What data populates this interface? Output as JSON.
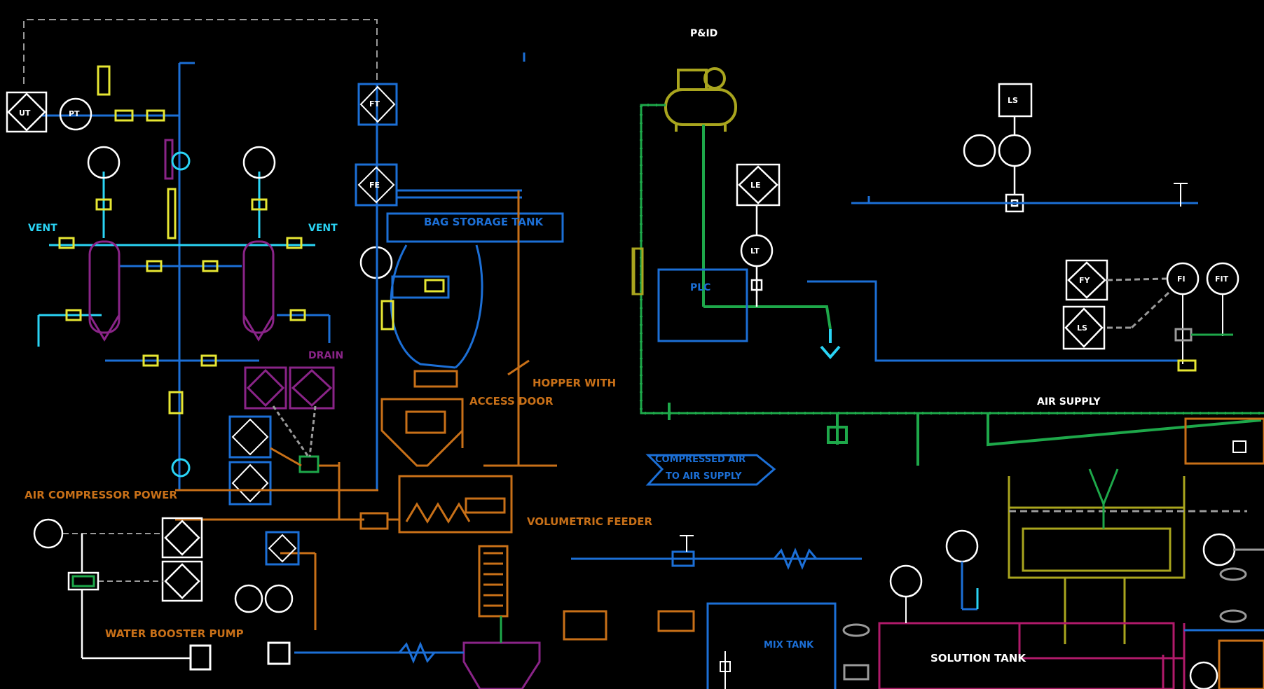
{
  "colors": {
    "background": "#000000",
    "white": "#ffffff",
    "blue": "#1c6fd6",
    "cyan": "#2ad4f5",
    "yellow": "#e6e633",
    "olive": "#a9a51e",
    "green": "#1ea84a",
    "orange": "#c87018",
    "purple": "#8a2488",
    "magenta": "#b01a6a",
    "gray": "#9a9a9a"
  },
  "labels": {
    "air_compressor_power": "AIR COMPRESSOR POWER",
    "water_booster_pump": "WATER BOOSTER PUMP",
    "volumetric_feeder": "VOLUMETRIC FEEDER",
    "hopper_access_door": "ACCESS DOOR",
    "hopper_title": "HOPPER WITH",
    "bag_storage": "BAG STORAGE TANK",
    "air_supply": "AIR SUPPLY",
    "compressed_air": "COMPRESSED AIR",
    "air_supply_arrow": "TO AIR SUPPLY",
    "solution_tank": "SOLUTION TANK",
    "mix_tank": "MIX TANK",
    "vent_left": "VENT",
    "vent_right": "VENT",
    "drain": "DRAIN",
    "plc": "PLC",
    "ut": "UT",
    "pt": "PT",
    "ft": "FT",
    "fe": "FE",
    "le": "LE",
    "lt": "LT",
    "ls": "LS",
    "fy": "FY",
    "ls_nc": "LS",
    "fi": "FI",
    "fit": "FIT"
  },
  "title_block": "P&ID"
}
